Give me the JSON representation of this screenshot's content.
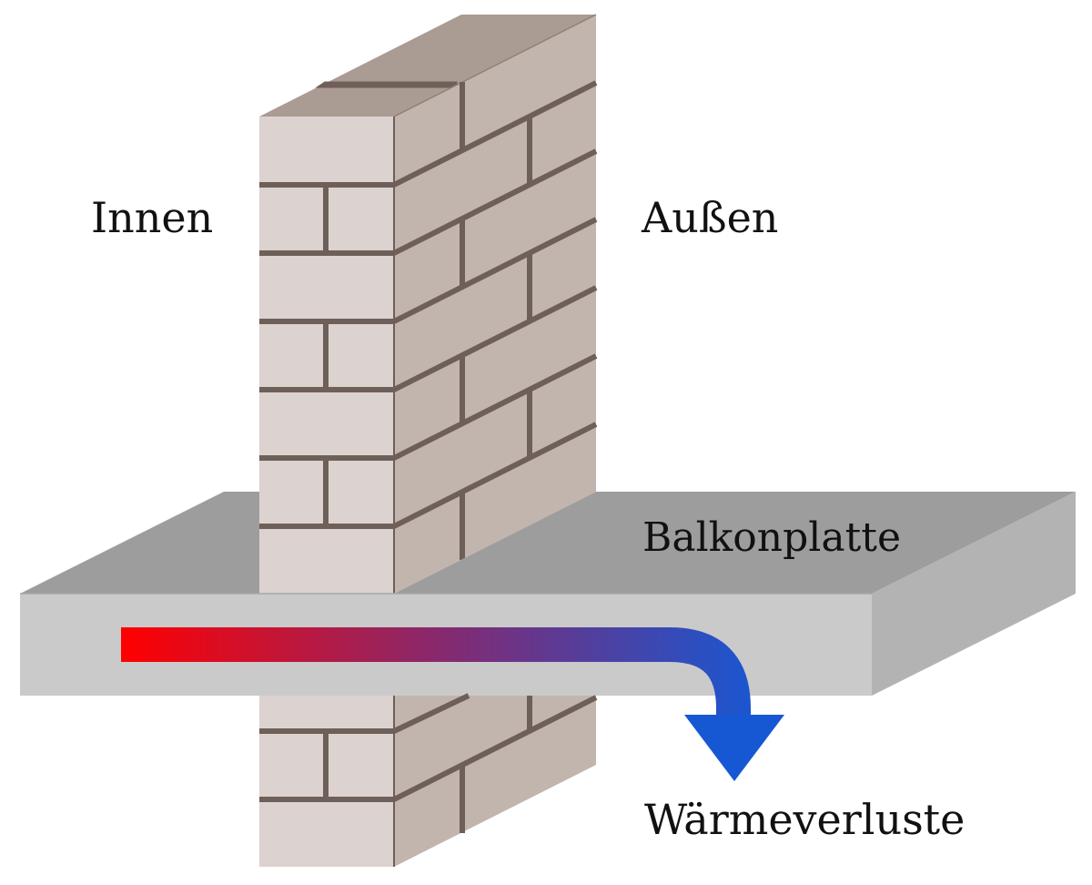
{
  "labels": {
    "inside": "Innen",
    "outside": "Außen",
    "slab": "Balkonplatte",
    "heat_loss": "Wärmeverluste"
  },
  "colors": {
    "brick_front": "#dcd3d0",
    "brick_side": "#c2b5ae",
    "brick_top": "#aa9b93",
    "mortar": "#6e5f58",
    "slab_top": "#9d9d9d",
    "slab_front": "#cacaca",
    "slab_side": "#b3b3b3",
    "heat_start": "#ff0000",
    "heat_mid": "#7a2e7a",
    "heat_end": "#1658d4"
  }
}
